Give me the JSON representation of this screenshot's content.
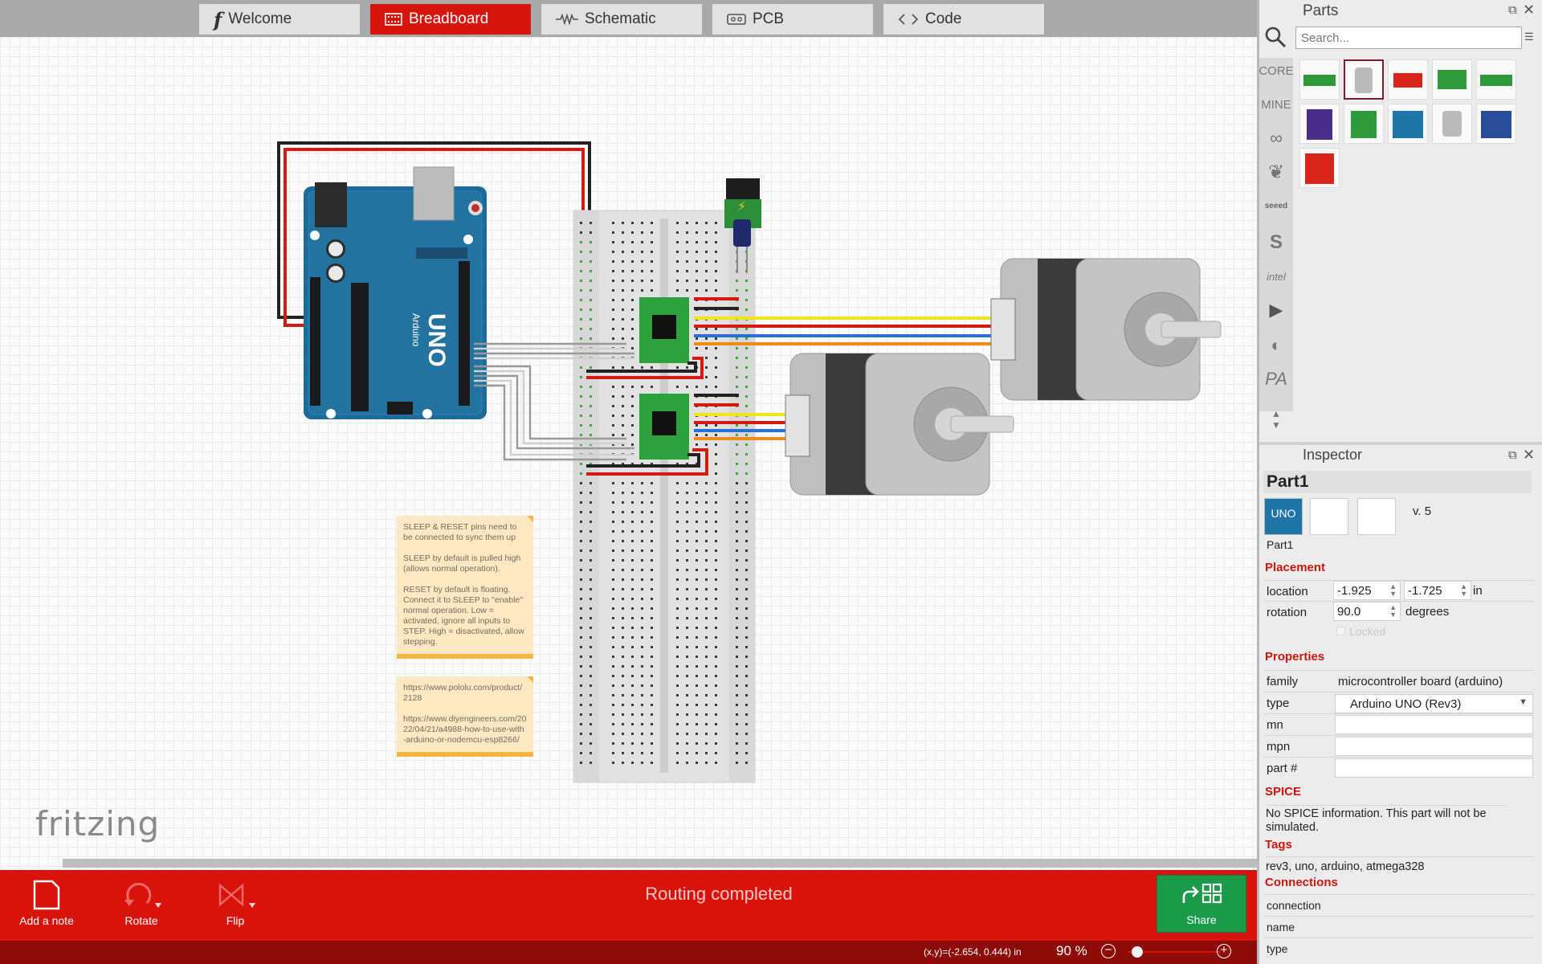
{
  "tabs": [
    {
      "label": "Welcome",
      "icon": "fritzing-f-icon"
    },
    {
      "label": "Breadboard",
      "icon": "breadboard-icon"
    },
    {
      "label": "Schematic",
      "icon": "schematic-icon"
    },
    {
      "label": "PCB",
      "icon": "pcb-icon"
    },
    {
      "label": "Code",
      "icon": "code-icon"
    }
  ],
  "active_tab": "Breadboard",
  "canvas": {
    "logo": "fritzing",
    "note1": [
      "SLEEP & RESET pins need to be connected to sync them up",
      "SLEEP by default is pulled high (allows normal operation).",
      "RESET by default is floating. Connect it to SLEEP to \"enable\" normal operation. Low = activated, ignore all inputs to STEP. High = disactivated, allow stepping."
    ],
    "note2": [
      "https://www.pololu.com/product/2128",
      "https://www.diyengineers.com/2022/04/21/a4988-how-to-use-with-arduino-or-nodemcu-esp8266/"
    ],
    "wire_colors": {
      "red": "#d41b12",
      "black": "#222222",
      "yellow": "#f2e51a",
      "blue": "#2a6fd6",
      "orange": "#f08a1a",
      "gray": "#9a9a9a"
    }
  },
  "toolbar": {
    "add_note": "Add a note",
    "rotate": "Rotate",
    "flip": "Flip",
    "status": "Routing completed",
    "share": "Share"
  },
  "statusbar": {
    "coords": "(x,y)=(-2.654, 0.444) in",
    "zoom": "90 %",
    "zoom_level": 0.1
  },
  "parts": {
    "title": "Parts",
    "search_placeholder": "Search...",
    "bins": [
      "CORE",
      "MINE",
      "arduino-icon",
      "fritzing-bird-icon",
      "seeed",
      "sparkfun-icon",
      "intel",
      "play-icon",
      "snootlab-icon",
      "PA",
      "more-icon"
    ]
  },
  "inspector": {
    "title": "Inspector",
    "part_title": "Part1",
    "version": "v. 5",
    "part_label": "Part1",
    "placement_label": "Placement",
    "location_label": "location",
    "location_x": "-1.925",
    "location_y": "-1.725",
    "location_unit": "in",
    "rotation_label": "rotation",
    "rotation_value": "90.0",
    "rotation_unit": "degrees",
    "locked_label": "Locked",
    "properties_label": "Properties",
    "family_label": "family",
    "family_value": "microcontroller board (arduino)",
    "type_label": "type",
    "type_value": "Arduino UNO (Rev3)",
    "mn_label": "mn",
    "mpn_label": "mpn",
    "partnum_label": "part #",
    "spice_label": "SPICE",
    "spice_text": "No SPICE information. This part will not be simulated.",
    "tags_label": "Tags",
    "tags_text": "rev3, uno, arduino, atmega328",
    "connections_label": "Connections",
    "conn_rows": [
      "connection",
      "name",
      "type"
    ]
  }
}
